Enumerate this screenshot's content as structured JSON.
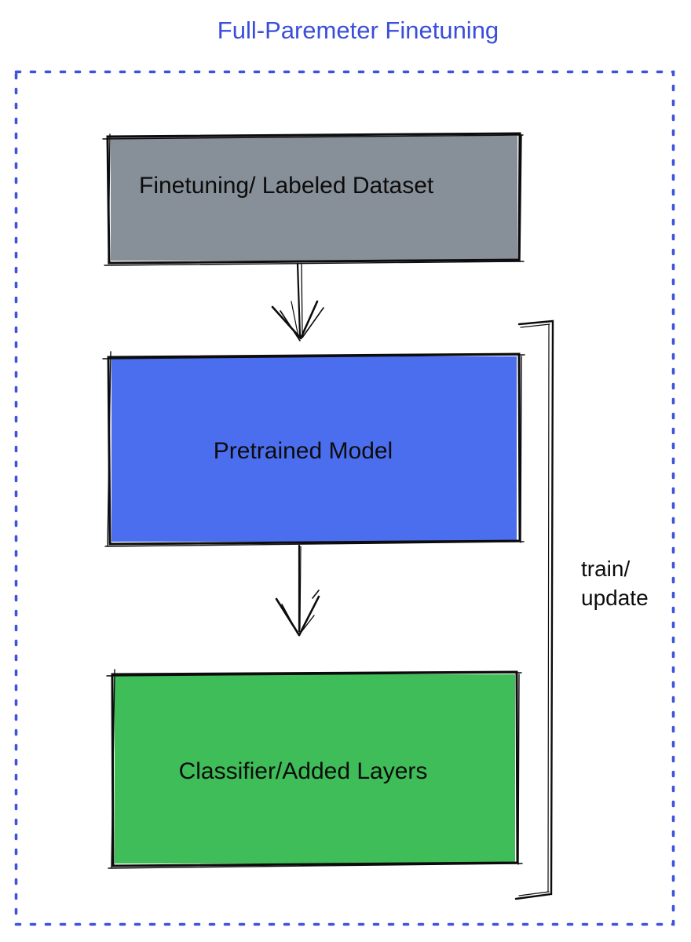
{
  "title": "Full-Paremeter Finetuning",
  "colors": {
    "title_blue": "#3A4EDA",
    "border_blue": "#3E52DB",
    "dataset_gray": "#878F98",
    "model_blue": "#4B6EEF",
    "classifier_green": "#3EBD58",
    "ink": "#0C0C0C"
  },
  "nodes": [
    {
      "id": "finetuning-dataset",
      "label": "Finetuning/ Labeled Dataset",
      "fill": "#878F98"
    },
    {
      "id": "pretrained-model",
      "label": "Pretrained Model",
      "fill": "#4B6EEF"
    },
    {
      "id": "classifier-added-layers",
      "label": "Classifier/Added Layers",
      "fill": "#3EBD58"
    }
  ],
  "edges": [
    {
      "from": "finetuning-dataset",
      "to": "pretrained-model",
      "type": "arrow-down"
    },
    {
      "from": "pretrained-model",
      "to": "classifier-added-layers",
      "type": "arrow-down"
    }
  ],
  "bracket": {
    "label_line1": "train/",
    "label_line2": "update"
  }
}
